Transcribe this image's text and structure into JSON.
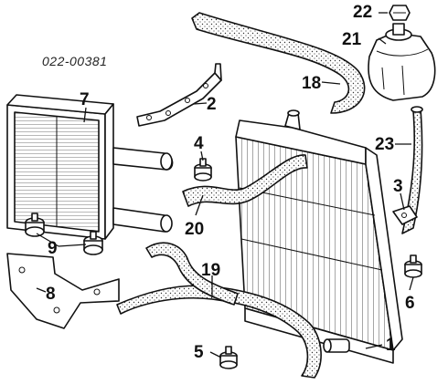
{
  "diagram": {
    "reference_code": "022-00381",
    "callouts": [
      {
        "id": "p1",
        "label": "1"
      },
      {
        "id": "p2",
        "label": "2"
      },
      {
        "id": "p3",
        "label": "3"
      },
      {
        "id": "p4",
        "label": "4"
      },
      {
        "id": "p5",
        "label": "5"
      },
      {
        "id": "p6",
        "label": "6"
      },
      {
        "id": "p7",
        "label": "7"
      },
      {
        "id": "p8",
        "label": "8"
      },
      {
        "id": "p9",
        "label": "9"
      },
      {
        "id": "p18",
        "label": "18"
      },
      {
        "id": "p19",
        "label": "19"
      },
      {
        "id": "p20",
        "label": "20"
      },
      {
        "id": "p21",
        "label": "21"
      },
      {
        "id": "p22",
        "label": "22"
      },
      {
        "id": "p23",
        "label": "23"
      }
    ]
  }
}
